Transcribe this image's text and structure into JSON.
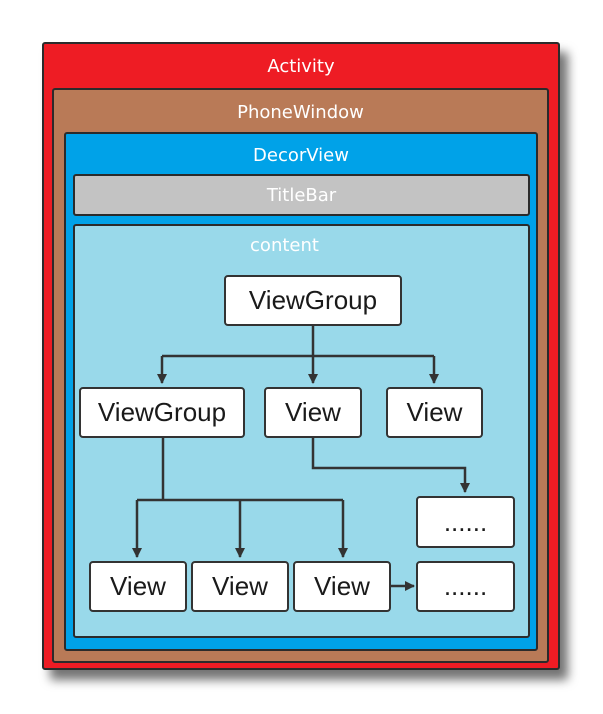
{
  "layers": {
    "activity": "Activity",
    "phone_window": "PhoneWindow",
    "decor_view": "DecorView",
    "title_bar": "TitleBar",
    "content": "content"
  },
  "nodes": {
    "root_viewgroup": "ViewGroup",
    "child_viewgroup": "ViewGroup",
    "view_a": "View",
    "view_b": "View",
    "ellipsis_upper": "......",
    "leaf_view_1": "View",
    "leaf_view_2": "View",
    "leaf_view_3": "View",
    "ellipsis_lower": "......"
  },
  "colors": {
    "activity": "#ee1c24",
    "phone_window": "#b97a57",
    "decor_view": "#00a2e8",
    "title_bar": "#c3c3c3",
    "content": "#99d9ea",
    "node_fill": "#ffffff",
    "connector": "#333333"
  }
}
